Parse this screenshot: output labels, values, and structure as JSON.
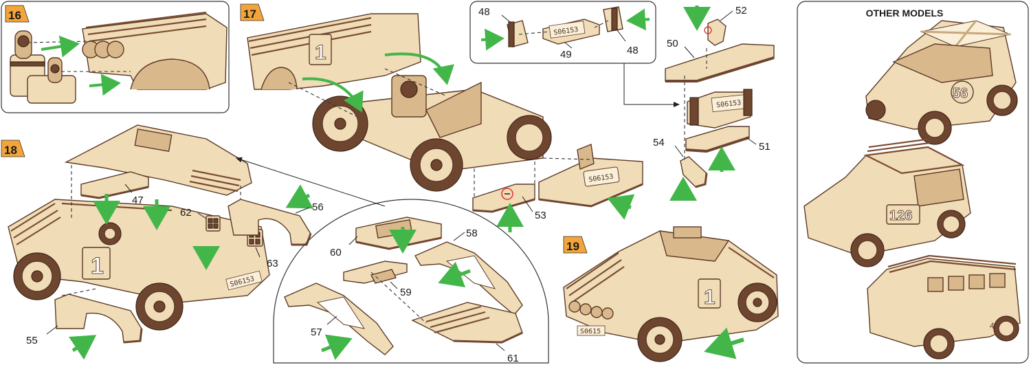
{
  "steps": {
    "s16": "16",
    "s17": "17",
    "s18": "18",
    "s19": "19"
  },
  "parts": {
    "p47": "47",
    "p48a": "48",
    "p48b": "48",
    "p49": "49",
    "p50": "50",
    "p51": "51",
    "p52": "52",
    "p53": "53",
    "p54": "54",
    "p55": "55",
    "p56": "56",
    "p57": "57",
    "p58": "58",
    "p59": "59",
    "p60": "60",
    "p61": "61",
    "p62": "62",
    "p63": "63"
  },
  "plates": {
    "plate_inset": "S06153",
    "plate_step17": "S06153",
    "plate_step17b": "S06153",
    "plate_step18": "S06153",
    "plate_step19": "S0615"
  },
  "car_numbers": {
    "step17": "1",
    "step18": "1",
    "step19": "1"
  },
  "other_models": {
    "title": "OTHER MODELS",
    "m1_number": "56",
    "m2_number": "126",
    "m3_number": "45"
  },
  "colors": {
    "step_badge": "#f3a53a",
    "arrow_green": "#43b649",
    "wood_light": "#f1dcb8",
    "wood_edge": "#6e4630",
    "warning_red": "#e03a3a"
  }
}
